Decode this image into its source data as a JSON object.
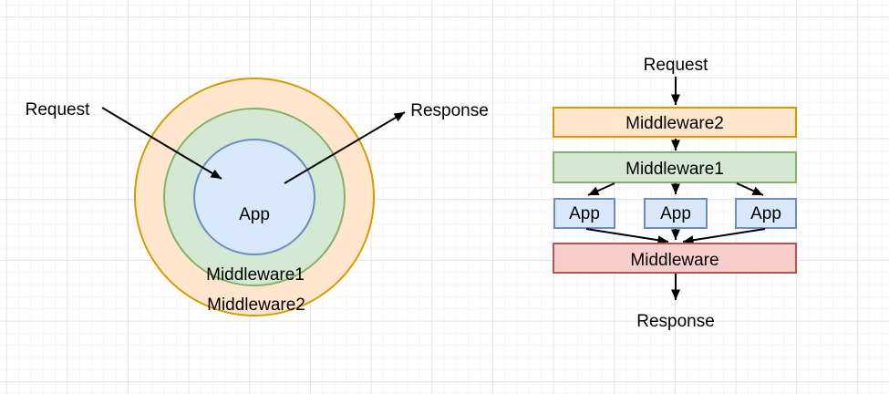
{
  "palette": {
    "canvas_bg": "#ffffff",
    "grid_major": "#e5e5e5",
    "grid_minor": "#f5f5f5",
    "orange_fill": "#ffe6cc",
    "orange_stroke": "#d79b00",
    "green_fill": "#d5e8d4",
    "green_stroke": "#82b366",
    "blue_fill": "#dae8fc",
    "blue_stroke": "#6c8ebf",
    "red_fill": "#f8cecc",
    "red_stroke": "#b85450",
    "arrow_color": "#000000",
    "text_color": "#000000"
  },
  "onion": {
    "request_label": "Request",
    "response_label": "Response",
    "app_label": "App",
    "middleware1_label": "Middleware1",
    "middleware2_label": "Middleware2"
  },
  "flow": {
    "request_label": "Request",
    "middleware2_label": "Middleware2",
    "middleware1_label": "Middleware1",
    "app_labels": [
      "App",
      "App",
      "App"
    ],
    "middleware_label": "Middleware",
    "response_label": "Response"
  }
}
